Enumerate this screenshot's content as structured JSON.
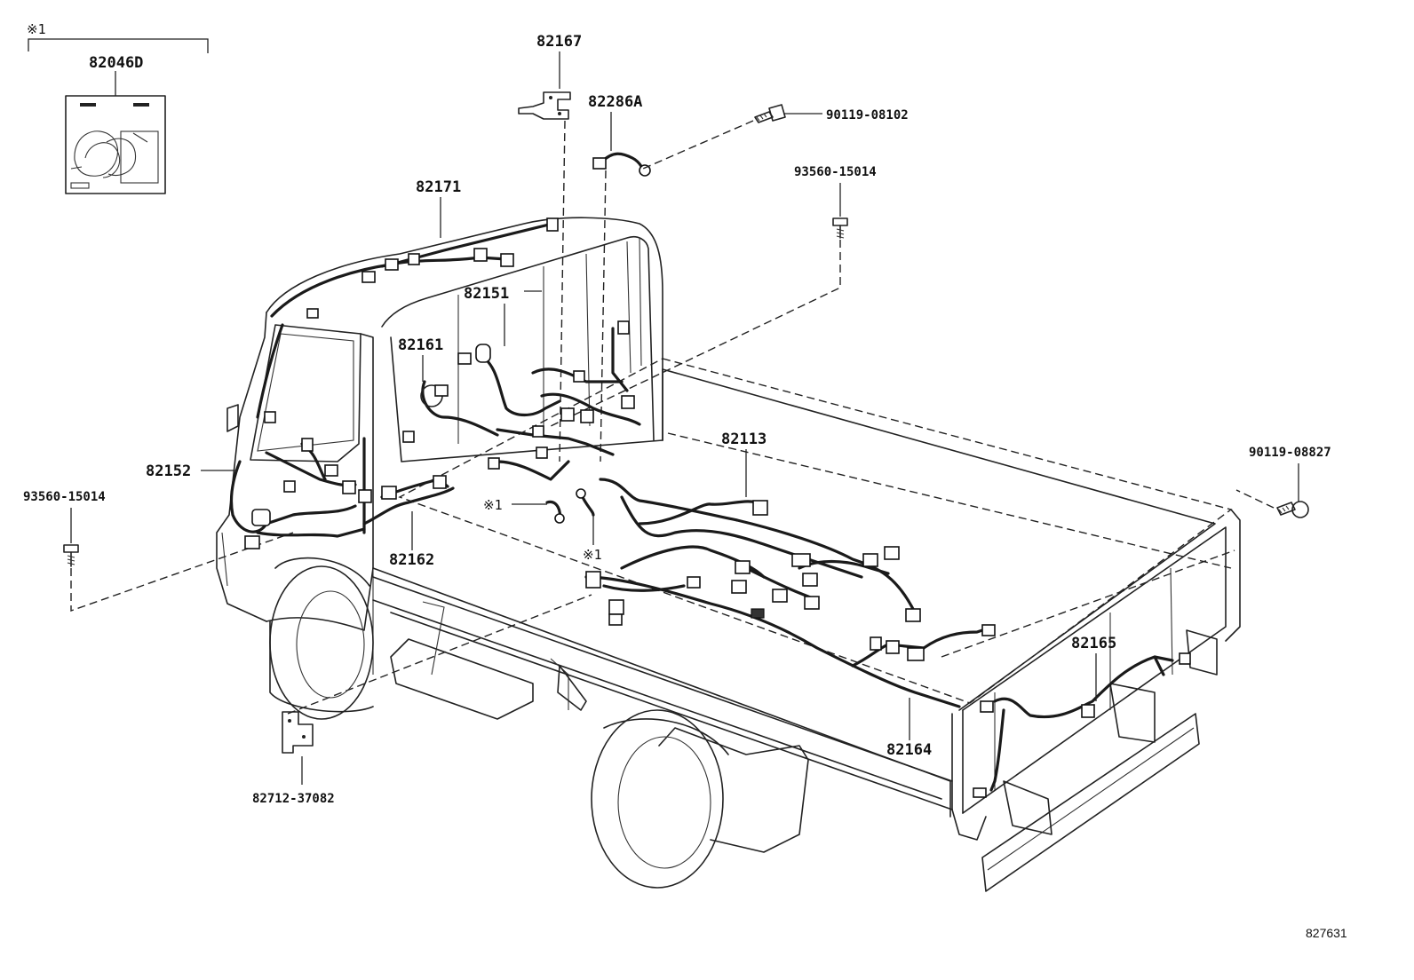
{
  "diagram": {
    "callouts": [
      {
        "id": "82046D",
        "text": "82046D"
      },
      {
        "id": "82167",
        "text": "82167"
      },
      {
        "id": "82286A",
        "text": "82286A"
      },
      {
        "id": "90119-08102",
        "text": "90119-08102"
      },
      {
        "id": "93560-15014-top",
        "text": "93560-15014"
      },
      {
        "id": "82171",
        "text": "82171"
      },
      {
        "id": "82151",
        "text": "82151"
      },
      {
        "id": "82161",
        "text": "82161"
      },
      {
        "id": "82113",
        "text": "82113"
      },
      {
        "id": "90119-08827",
        "text": "90119-08827"
      },
      {
        "id": "82152",
        "text": "82152"
      },
      {
        "id": "93560-15014-left",
        "text": "93560-15014"
      },
      {
        "id": "82162",
        "text": "82162"
      },
      {
        "id": "82165",
        "text": "82165"
      },
      {
        "id": "82164",
        "text": "82164"
      },
      {
        "id": "82712-37082",
        "text": "82712-37082"
      }
    ],
    "notes": {
      "bracket_mark": "※1",
      "mark_a": "※1",
      "mark_b": "※1"
    },
    "figure_id": "827631"
  }
}
